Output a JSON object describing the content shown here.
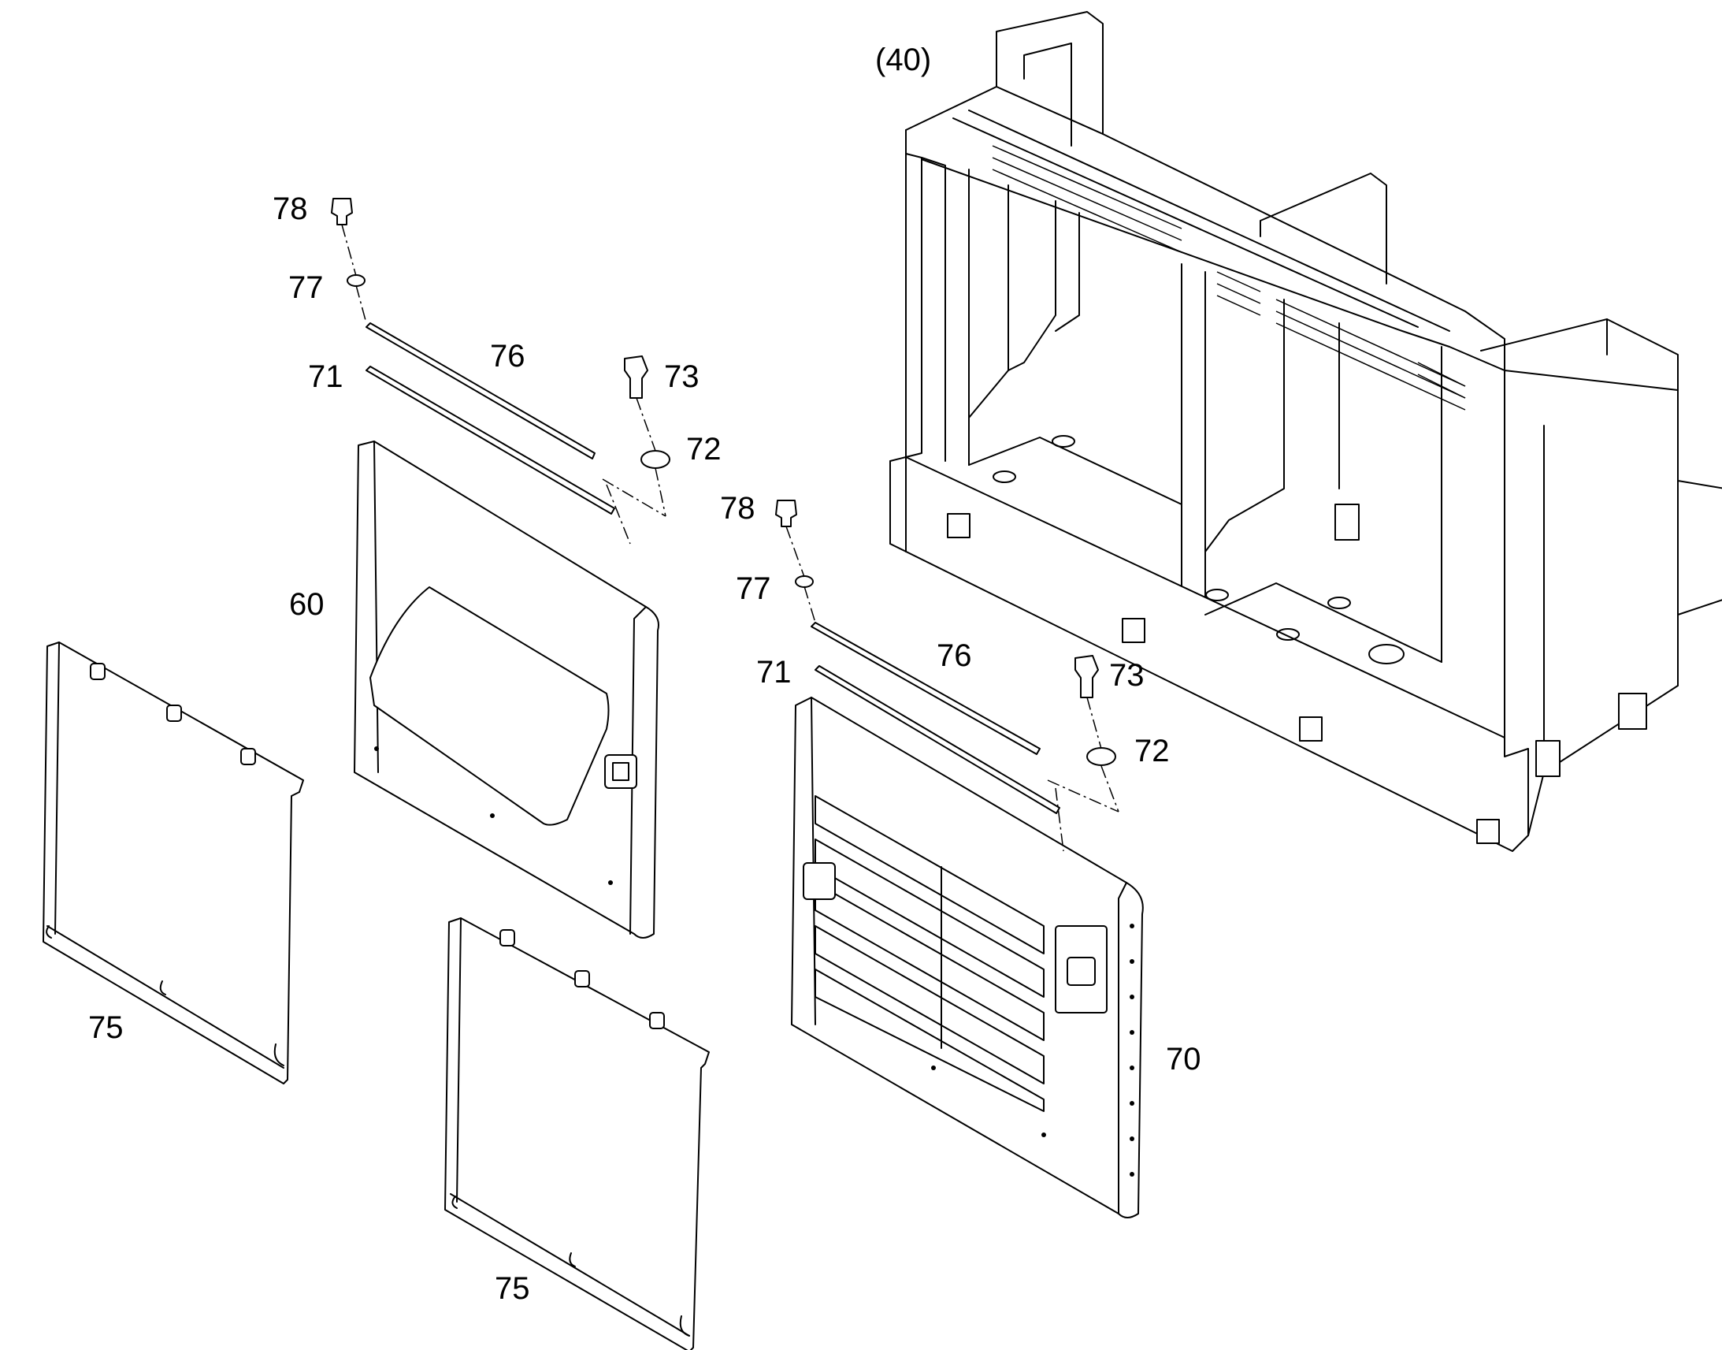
{
  "callouts": {
    "frame_assembly": "(40)",
    "left_door": "60",
    "right_door": "70",
    "seal_strip_left": "71",
    "seal_strip_right": "71",
    "washer_left": "72",
    "washer_right": "72",
    "bolt_left": "73",
    "bolt_right": "73",
    "panel_left": "75",
    "panel_center": "75",
    "hinge_bar_left": "76",
    "hinge_bar_right": "76",
    "washer_small_left": "77",
    "washer_small_right": "77",
    "screw_left": "78",
    "screw_right": "78"
  }
}
